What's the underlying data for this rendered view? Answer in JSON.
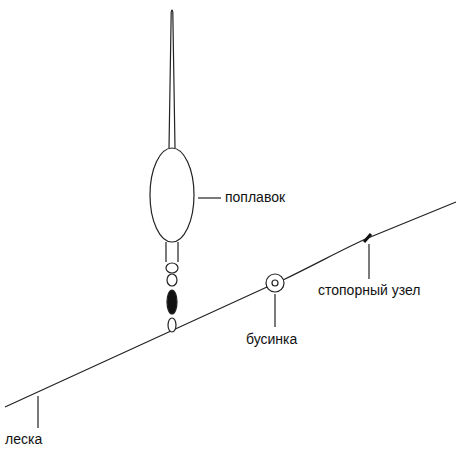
{
  "diagram": {
    "labels": [
      "поплавок",
      "бусинка",
      "стопорный узел",
      "леска"
    ]
  }
}
